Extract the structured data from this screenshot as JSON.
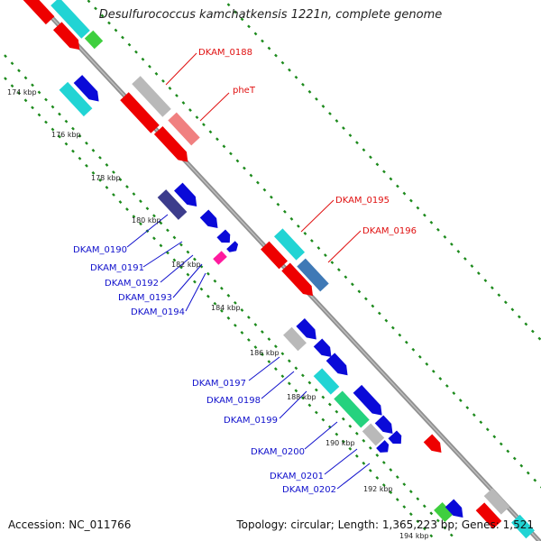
{
  "title": "Desulfurococcus kamchatkensis 1221n, complete genome",
  "footer": {
    "accession": "Accession: NC_011766",
    "summary": "Topology: circular; Length: 1,365,223 bp; Genes: 1,521"
  },
  "colors": {
    "backbone": "#8c8c8c",
    "tick_dots": "#1c8a1c",
    "forward_label": "#e01010",
    "reverse_label": "#1010cc"
  },
  "ticks": [
    "174 kbp",
    "176 kbp",
    "178 kbp",
    "180 kbp",
    "182 kbp",
    "184 kbp",
    "186 kbp",
    "188 kbp",
    "190 kbp",
    "192 kbp",
    "194 kbp"
  ],
  "labels": {
    "forward": [
      "DKAM_0188",
      "pheT",
      "DKAM_0195",
      "DKAM_0196"
    ],
    "reverse": [
      "DKAM_0190",
      "DKAM_0191",
      "DKAM_0192",
      "DKAM_0193",
      "DKAM_0194",
      "DKAM_0197",
      "DKAM_0198",
      "DKAM_0199",
      "DKAM_0200",
      "DKAM_0201",
      "DKAM_0202"
    ]
  }
}
